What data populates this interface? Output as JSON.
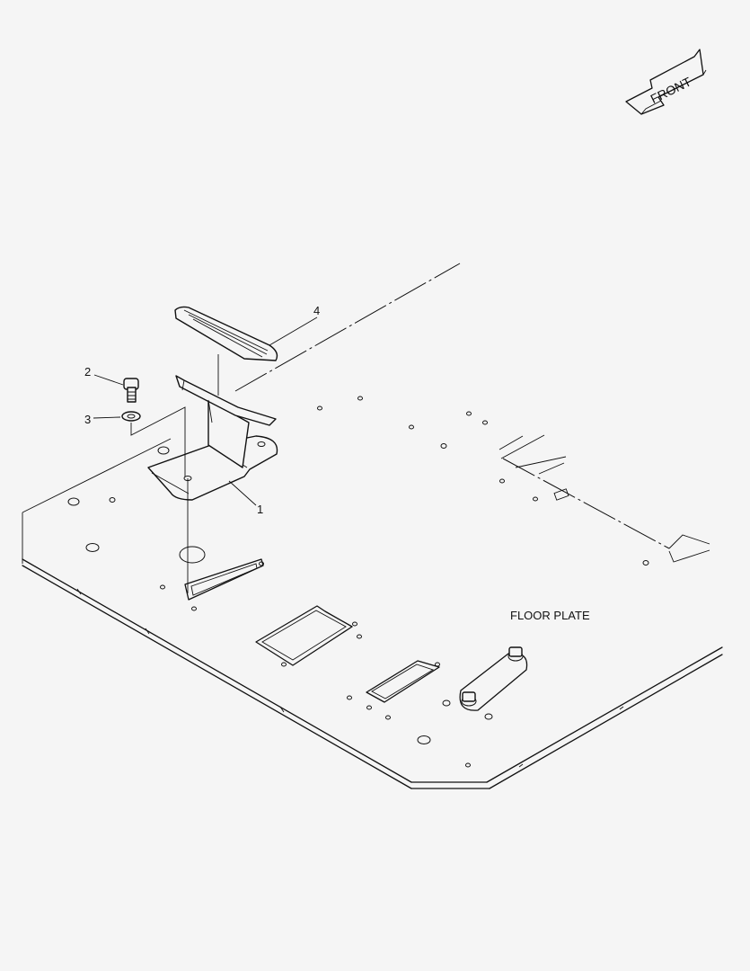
{
  "front_arrow": {
    "label": "FRONT",
    "icon": "front-arrow-icon"
  },
  "floor_plate": {
    "label": "FLOOR PLATE"
  },
  "callouts": [
    {
      "number": "1",
      "part": "pedal-bracket"
    },
    {
      "number": "2",
      "part": "bolt"
    },
    {
      "number": "3",
      "part": "washer"
    },
    {
      "number": "4",
      "part": "pedal-pad"
    }
  ]
}
